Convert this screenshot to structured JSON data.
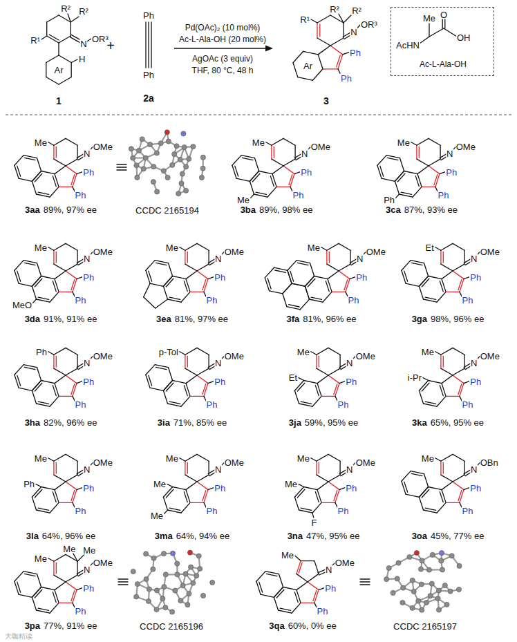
{
  "diagram": {
    "nodes": [
      {
        "text": [
          "Me",
          "O",
          "AcHN",
          "OH",
          "Ac-L-Ala-OH"
        ]
      }
    ],
    "labels": [
      "R²",
      "R²",
      "R¹",
      "N",
      "OR³",
      "Ar",
      "H",
      "1",
      "+",
      "Ph",
      "Ph",
      "2a",
      "Pd(OAc)₂ (10 mol%)",
      "Ac-L-Ala-OH (20 mol%)",
      "AgOAc (3 equiv)",
      "THF, 80 °C, 48 h",
      "R¹",
      "R²",
      "R²",
      "N",
      "OR³",
      "Ph",
      "Ph",
      "Ar",
      "3",
      "Me",
      "N",
      "OMe",
      "Ph",
      "Ph",
      "3aa",
      "89%, 97% ee",
      "CCDC 2165194",
      "Me",
      "N",
      "OMe",
      "Ph",
      "Ph",
      "Me",
      "3ba",
      "89%, 98% ee",
      "Me",
      "N",
      "OMe",
      "Ph",
      "Ph",
      "Ph",
      "3ca",
      "87%, 93% ee",
      "Me",
      "N",
      "OMe",
      "Ph",
      "Ph",
      "MeO",
      "3da",
      "91%, 91% ee",
      "Me",
      "N",
      "OMe",
      "Ph",
      "Ph",
      "3ea",
      "81%, 97% ee",
      "Me",
      "N",
      "OMe",
      "Ph",
      "Ph",
      "3fa",
      "81%, 96% ee",
      "Et",
      "N",
      "OMe",
      "Ph",
      "Ph",
      "3ga",
      "98%, 96% ee",
      "Ph",
      "N",
      "OMe",
      "Ph",
      "Ph",
      "3ha",
      "82%, 96% ee",
      "p-Tol",
      "N",
      "OMe",
      "Ph",
      "Ph",
      "3ia",
      "71%, 85% ee",
      "Me",
      "N",
      "OMe",
      "Ph",
      "Ph",
      "Et",
      "3ja",
      "59%, 95% ee",
      "Me",
      "N",
      "OMe",
      "Ph",
      "Ph",
      "i-Pr",
      "3ka",
      "65%, 95% ee",
      "Me",
      "N",
      "OMe",
      "Ph",
      "Ph",
      "Ph",
      "3la",
      "64%, 96% ee",
      "Me",
      "N",
      "OMe",
      "Ph",
      "Ph",
      "Me",
      "Me",
      "3ma",
      "64%, 94% ee",
      "Me",
      "N",
      "OMe",
      "Ph",
      "Ph",
      "Me",
      "F",
      "3na",
      "47%, 95% ee",
      "Me",
      "N",
      "OBn",
      "Ph",
      "Ph",
      "3oa",
      "45%, 77% ee",
      "Me",
      "Me",
      "Me",
      "N",
      "OMe",
      "Ph",
      "Ph",
      "3pa",
      "77%, 91% ee",
      "CCDC 2165196",
      "Me",
      "N",
      "OMe",
      "Ph",
      "Ph",
      "3qa",
      "60%, 0% ee",
      "CCDC 2165197",
      "大咖精读"
    ]
  }
}
